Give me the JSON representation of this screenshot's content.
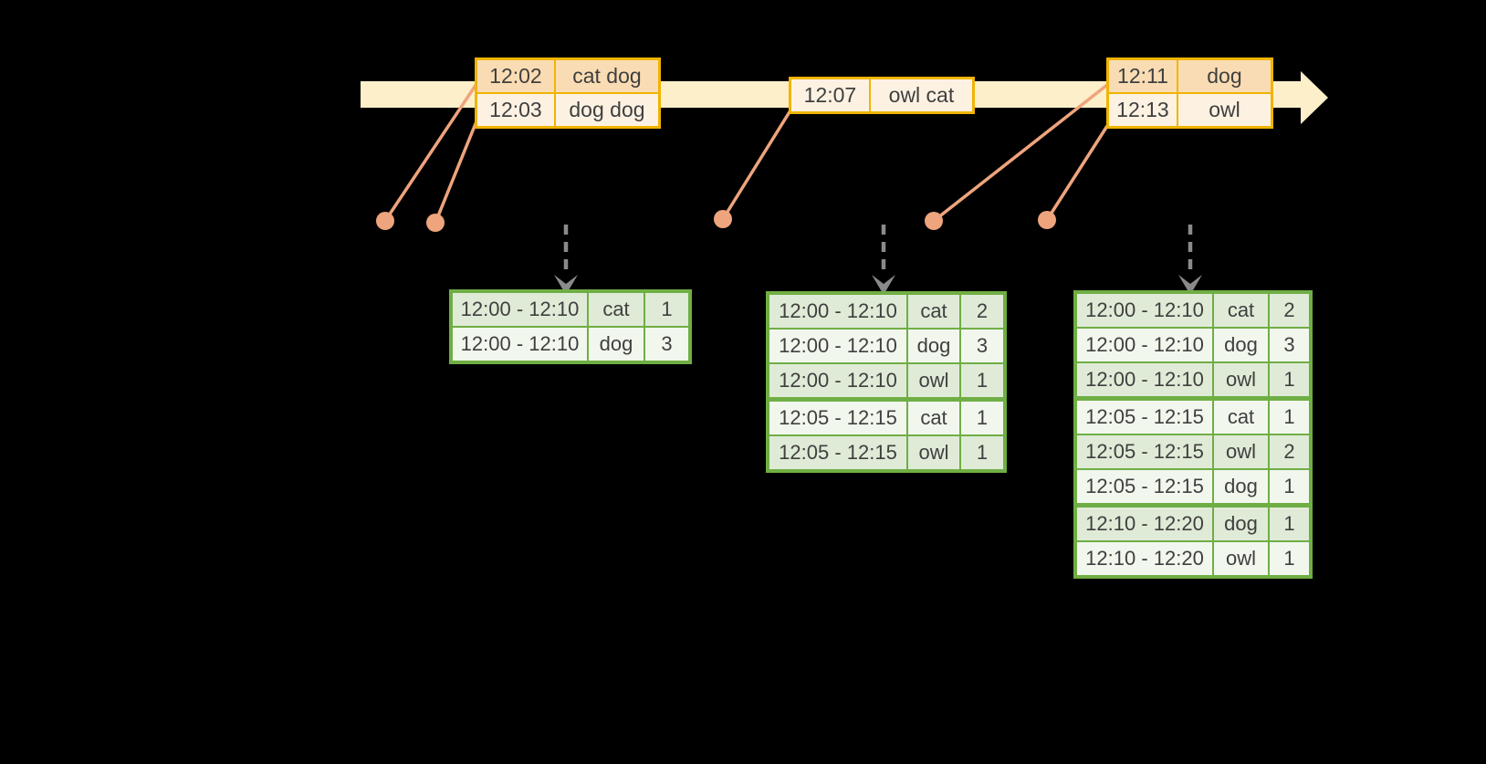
{
  "palette": {
    "background": "#000000",
    "timeline_fill": "#FCEFC9",
    "event_border": "#F0B400",
    "event_row_dark": "#FADCB4",
    "event_row_light": "#FDF2E2",
    "connector": "#EEA47C",
    "trigger_arrow": "#8A8A8A",
    "result_border": "#6FAE44",
    "result_row_dark": "#DFEBD7",
    "result_row_light": "#F2F7EE",
    "text": "#3F3F3F"
  },
  "event_tables": [
    {
      "rows": [
        {
          "time": "12:02",
          "words": "cat dog"
        },
        {
          "time": "12:03",
          "words": "dog dog"
        }
      ]
    },
    {
      "rows": [
        {
          "time": "12:07",
          "words": "owl cat"
        }
      ]
    },
    {
      "rows": [
        {
          "time": "12:11",
          "words": "dog"
        },
        {
          "time": "12:13",
          "words": "owl"
        }
      ]
    }
  ],
  "result_tables": [
    {
      "rows": [
        {
          "window": "12:00 - 12:10",
          "word": "cat",
          "count": "1"
        },
        {
          "window": "12:00 - 12:10",
          "word": "dog",
          "count": "3"
        }
      ]
    },
    {
      "rows": [
        {
          "window": "12:00 - 12:10",
          "word": "cat",
          "count": "2"
        },
        {
          "window": "12:00 - 12:10",
          "word": "dog",
          "count": "3"
        },
        {
          "window": "12:00 - 12:10",
          "word": "owl",
          "count": "1"
        },
        {
          "window": "12:05 - 12:15",
          "word": "cat",
          "count": "1"
        },
        {
          "window": "12:05 - 12:15",
          "word": "owl",
          "count": "1"
        }
      ]
    },
    {
      "rows": [
        {
          "window": "12:00 - 12:10",
          "word": "cat",
          "count": "2"
        },
        {
          "window": "12:00 - 12:10",
          "word": "dog",
          "count": "3"
        },
        {
          "window": "12:00 - 12:10",
          "word": "owl",
          "count": "1"
        },
        {
          "window": "12:05 - 12:15",
          "word": "cat",
          "count": "1"
        },
        {
          "window": "12:05 - 12:15",
          "word": "owl",
          "count": "2"
        },
        {
          "window": "12:05 - 12:15",
          "word": "dog",
          "count": "1"
        },
        {
          "window": "12:10 - 12:20",
          "word": "dog",
          "count": "1"
        },
        {
          "window": "12:10 - 12:20",
          "word": "owl",
          "count": "1"
        }
      ]
    }
  ]
}
